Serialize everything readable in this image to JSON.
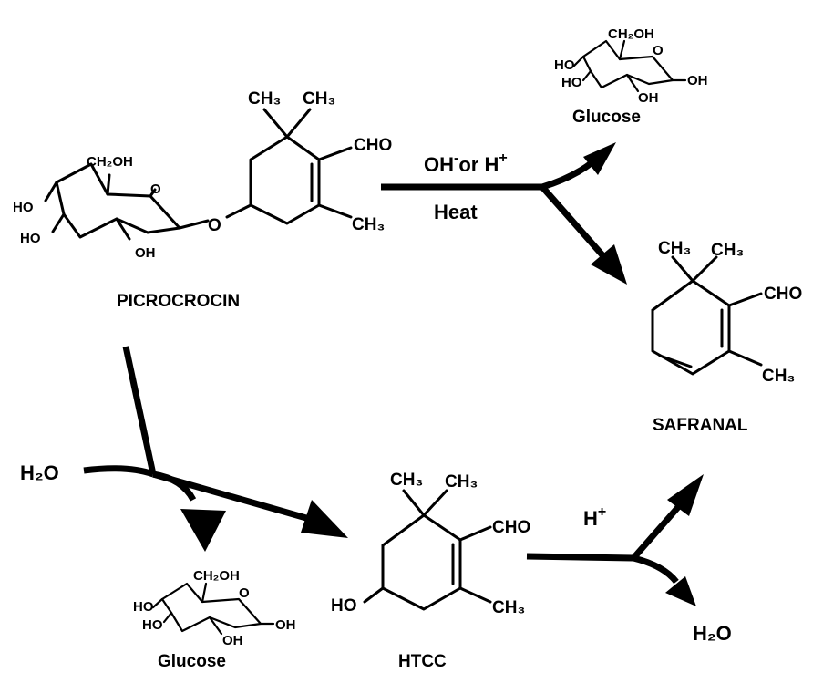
{
  "picrocrocin": {
    "name": "PICROCROCIN",
    "ch2oh": "CH₂OH",
    "ho_a": "HO",
    "ho_b": "HO",
    "oh": "OH",
    "ring_o": "O",
    "link_o": "O",
    "ch3_a": "CH₃",
    "ch3_b": "CH₃",
    "cho": "CHO",
    "ch3_c": "CH₃"
  },
  "reaction_top": {
    "reagent_oh": "OH",
    "reagent_minus": "-",
    "reagent_or": "or H",
    "reagent_plus": "+",
    "condition": "Heat"
  },
  "glucose_top": {
    "name": "Glucose",
    "ch2oh": "CH₂OH",
    "ring_o": "O",
    "ho_a": "HO",
    "ho_b": "HO",
    "oh_a": "OH",
    "oh_b": "OH"
  },
  "safranal": {
    "name": "SAFRANAL",
    "ch3_a": "CH₃",
    "ch3_b": "CH₃",
    "cho": "CHO",
    "ch3_c": "CH₃"
  },
  "hydrolysis": {
    "water": "H₂O"
  },
  "glucose_bottom": {
    "name": "Glucose",
    "ch2oh": "CH₂OH",
    "ring_o": "O",
    "ho_a": "HO",
    "ho_b": "HO",
    "oh_a": "OH",
    "oh_b": "OH"
  },
  "htcc": {
    "name": "HTCC",
    "ch3_a": "CH₃",
    "ch3_b": "CH₃",
    "cho": "CHO",
    "ho": "HO",
    "ch3_c": "CH₃"
  },
  "reaction_bottom": {
    "acid": "H",
    "acid_plus": "+",
    "water": "H₂O"
  }
}
